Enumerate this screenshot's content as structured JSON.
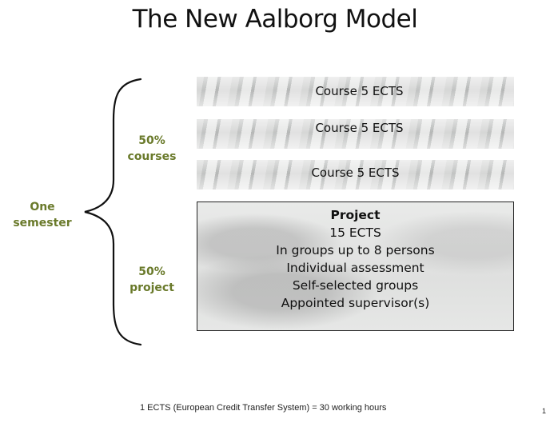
{
  "title": "The New Aalborg Model",
  "labels": {
    "one_semester": [
      "One",
      "semester"
    ],
    "courses": [
      "50%",
      "courses"
    ],
    "project": [
      "50%",
      "project"
    ]
  },
  "courses": [
    "Course  5 ECTS",
    "Course  5 ECTS",
    "Course  5 ECTS"
  ],
  "project": {
    "title": "Project",
    "lines": [
      "15 ECTS",
      "In groups  up to 8 persons",
      "Individual  assessment",
      "Self-selected groups",
      "Appointed  supervisor(s)"
    ]
  },
  "footnote": "1 ECTS (European  Credit Transfer System) = 30 working  hours",
  "page_number": "1",
  "colors": {
    "label_green": "#6a7a2b",
    "text": "#111111"
  }
}
